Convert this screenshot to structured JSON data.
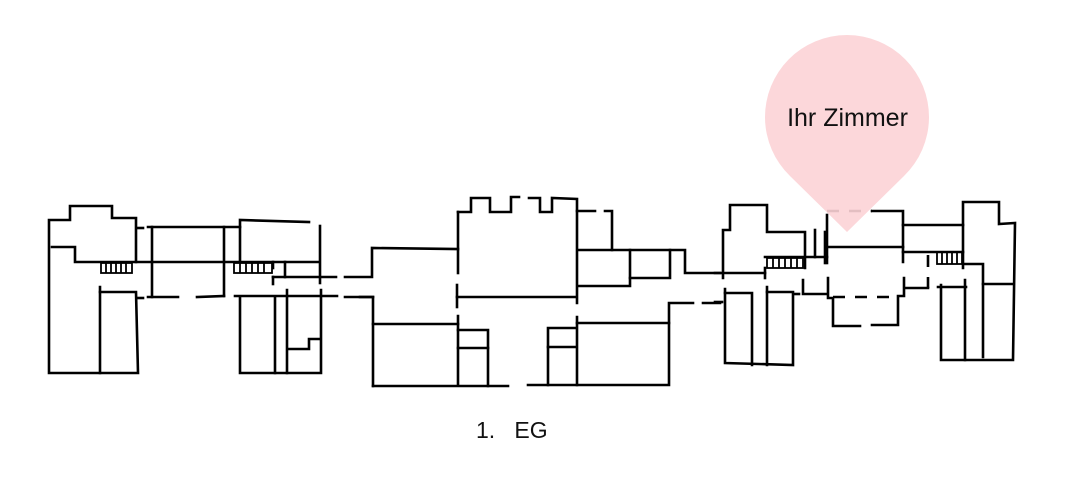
{
  "marker": {
    "label": "Ihr Zimmer",
    "color": "#fcd3d6"
  },
  "floor": {
    "number": "1.",
    "name": "EG"
  }
}
